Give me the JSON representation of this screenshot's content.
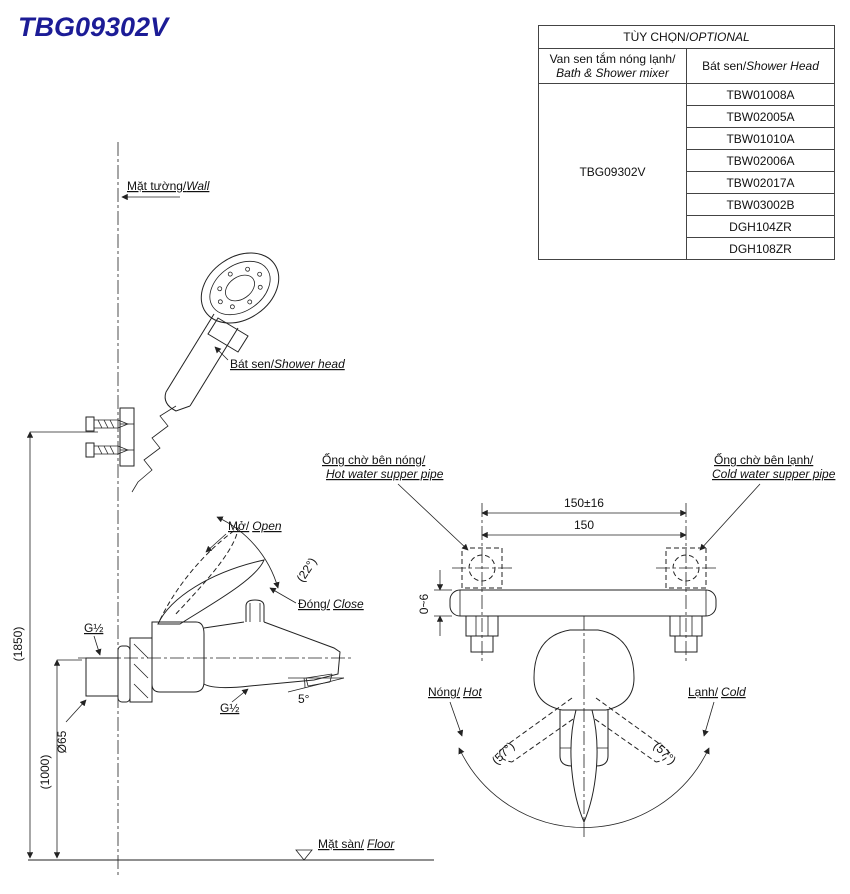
{
  "title": "TBG09302V",
  "table": {
    "header_vi": "TÙY CHỌN/",
    "header_en": "OPTIONAL",
    "mixer_col_vi": "Van sen tắm nóng lạnh/",
    "mixer_col_en": "Bath & Shower mixer",
    "shower_col_vi": "Bát sen/",
    "shower_col_en": "Shower Head",
    "mixer_code": "TBG09302V",
    "shower_heads": [
      "TBW01008A",
      "TBW02005A",
      "TBW01010A",
      "TBW02006A",
      "TBW02017A",
      "TBW03002B",
      "DGH104ZR",
      "DGH108ZR"
    ]
  },
  "left_view": {
    "wall_vi": "Mặt tường/",
    "wall_en": "Wall",
    "shower_head_vi": "Bát sen/",
    "shower_head_en": "Shower head",
    "open_vi": "Mở/",
    "open_en": "Open",
    "open_angle": "(22°)",
    "close_vi": "Đóng/",
    "close_en": "Close",
    "g_top": "G½",
    "g_bottom": "G½",
    "diameter": "Ø65",
    "dim_height": "(1850)",
    "dim_spout_height": "(1000)",
    "spout_angle": "5°",
    "floor_vi": "Mặt sàn/",
    "floor_en": "Floor"
  },
  "front_view": {
    "hot_pipe_vi": "Ống chờ bên nóng/",
    "hot_pipe_en": "Hot water supper pipe",
    "cold_pipe_vi": "Ống chờ bên lạnh/",
    "cold_pipe_en": "Cold water supper pipe",
    "dim_tolerance": "150±16",
    "dim_center": "150",
    "dim_depth": "0~6",
    "hot_vi": "Nóng/",
    "hot_en": "Hot",
    "cold_vi": "Lạnh/",
    "cold_en": "Cold",
    "angle_left": "(57°)",
    "angle_right": "(57°)"
  }
}
